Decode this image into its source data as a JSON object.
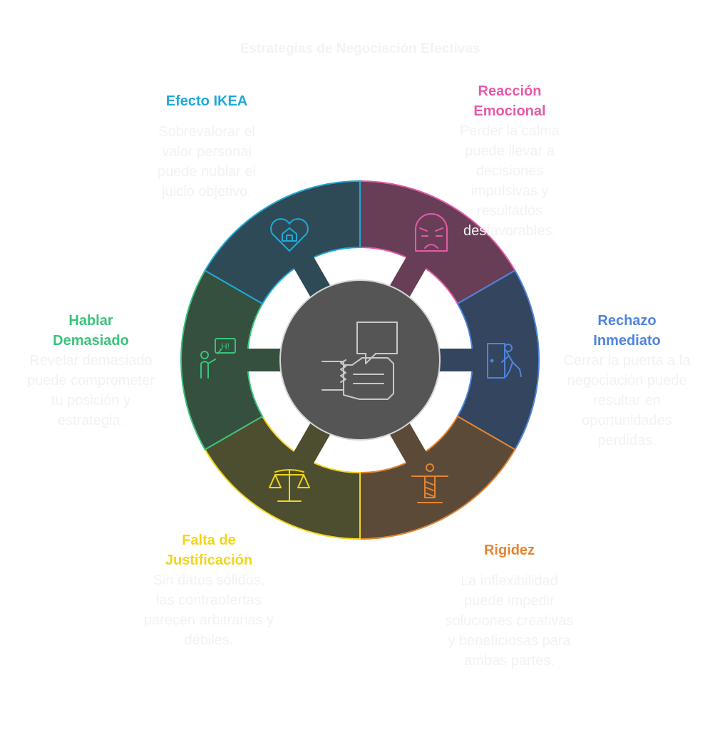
{
  "title": "Estrategias de Negociación Efectivas",
  "center_icon": "handshake-speech-icon",
  "segments": [
    {
      "key": "reaccion",
      "title": "Reacción Emocional",
      "description": "Perder la calma puede llevar a decisiones impulsivas y resultados desfavorables.",
      "color": "#e55aa8",
      "fill": "#683e57",
      "icon": "angry-face-icon"
    },
    {
      "key": "rechazo",
      "title": "Rechazo Inmediato",
      "description": "Cerrar la puerta a la negociación puede resultar en oportunidades perdidas.",
      "color": "#4f84df",
      "fill": "#33455f",
      "icon": "person-leaving-door-icon"
    },
    {
      "key": "rigidez",
      "title": "Rigidez",
      "description": "La inflexibilidad puede impedir soluciones creativas y beneficiosas para ambas partes.",
      "color": "#e5862f",
      "fill": "#5c4a39",
      "icon": "statue-icon"
    },
    {
      "key": "falta",
      "title": "Falta de Justificación",
      "description": "Sin datos sólidos, las contraofertas parecen arbitrarias y débiles.",
      "color": "#f1d51c",
      "fill": "#4d4d2f",
      "icon": "scales-icon"
    },
    {
      "key": "hablar",
      "title": "Hablar Demasiado",
      "description": "Revelar demasiado puede comprometer tu posición y estrategia.",
      "color": "#3ac37b",
      "fill": "#35503f",
      "icon": "person-speaking-icon"
    },
    {
      "key": "efecto",
      "title": "Efecto IKEA",
      "description": "Sobrevalorar el valor personal puede nublar el juicio objetivo.",
      "color": "#21a9d7",
      "fill": "#2f4a57",
      "icon": "heart-house-icon"
    }
  ]
}
